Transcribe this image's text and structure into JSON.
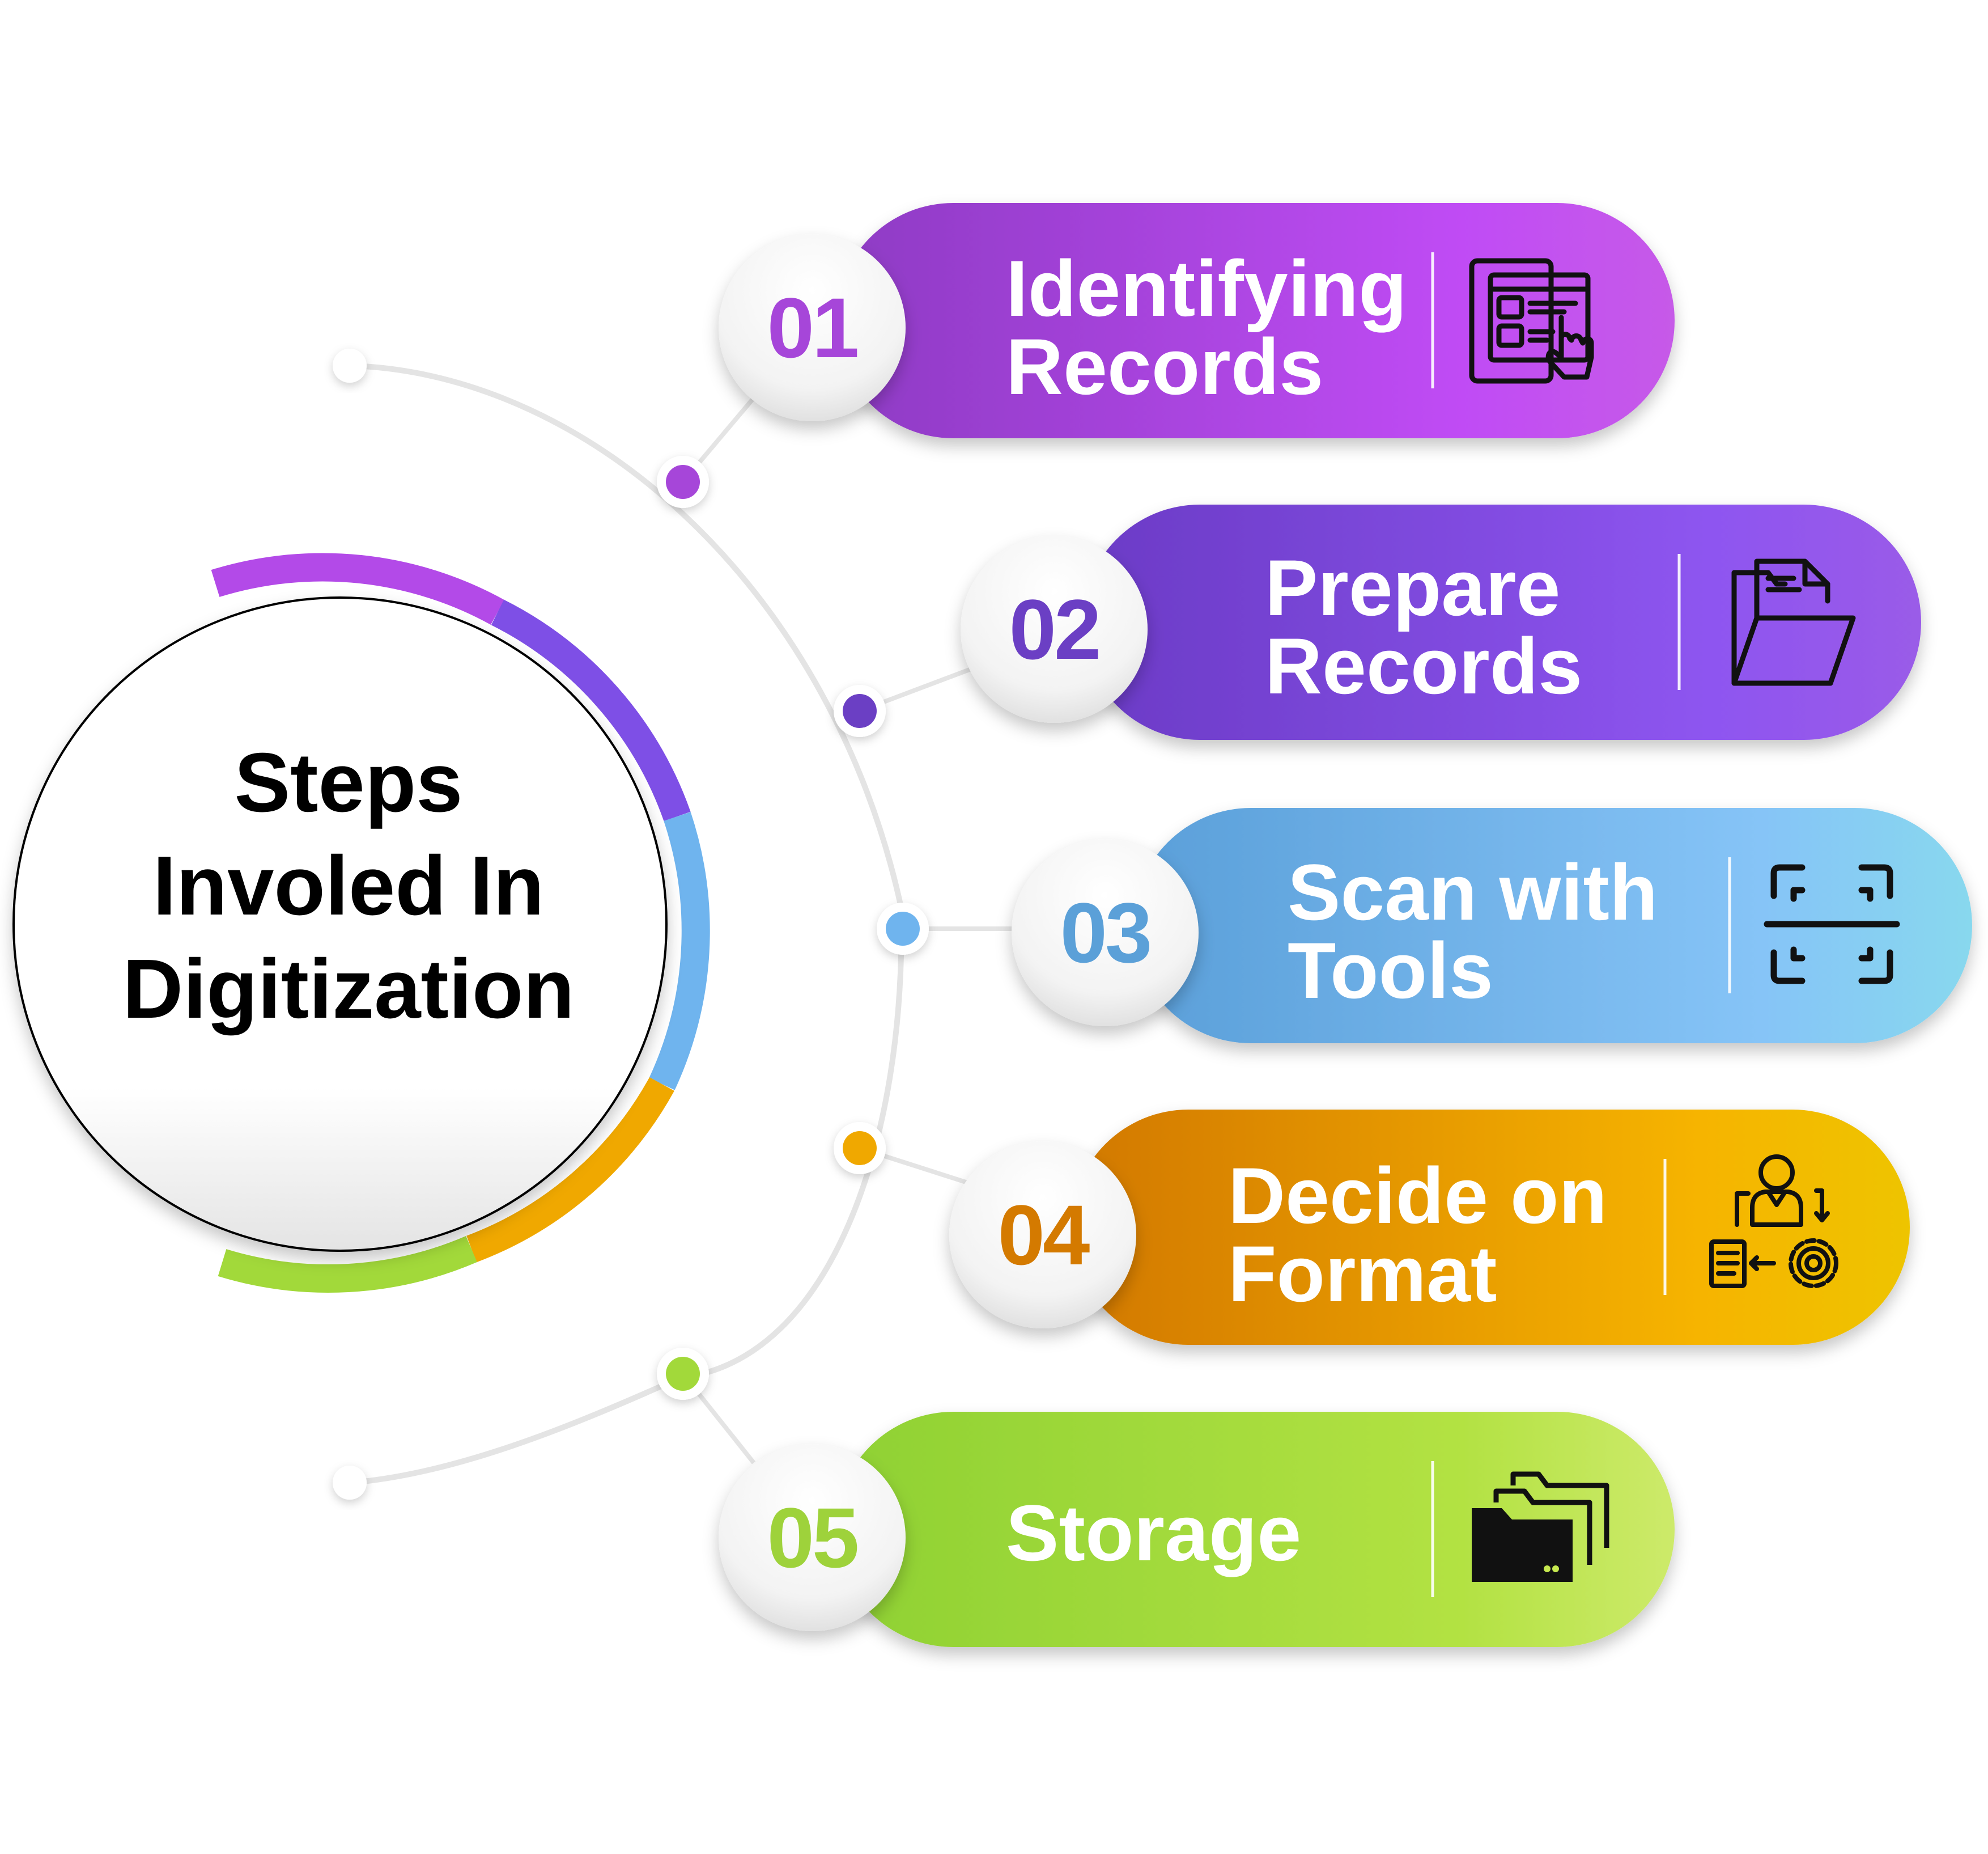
{
  "hub": {
    "lines": [
      "Steps",
      "Involed In",
      "Digitization"
    ]
  },
  "colors": {
    "purple": "#B34AE8",
    "violet": "#7E4FE6",
    "blue": "#6FB4EE",
    "orange": "#F0A800",
    "green": "#A2D93A"
  },
  "steps": [
    {
      "number": "01",
      "lines": [
        "Identifying",
        "Records"
      ],
      "icon": "document-click-icon",
      "color": "#A646D9",
      "gradient": [
        "#8E3BC4",
        "#C04CF5",
        "#C65AE8"
      ]
    },
    {
      "number": "02",
      "lines": [
        "Prepare",
        "Records"
      ],
      "icon": "folder-document-icon",
      "color": "#6B3FC4",
      "gradient": [
        "#6B3BC6",
        "#8E55F0",
        "#9A5BE8"
      ]
    },
    {
      "number": "03",
      "lines": [
        "Scan with",
        "Tools"
      ],
      "icon": "scan-frame-icon",
      "color": "#5BA0D8",
      "gradient": [
        "#5A9FD9",
        "#86C4F7",
        "#88D8EE"
      ]
    },
    {
      "number": "04",
      "lines": [
        "Decide on",
        "Format"
      ],
      "icon": "person-settings-document-icon",
      "color": "#D47A00",
      "gradient": [
        "#D27800",
        "#F6B400",
        "#EEC400"
      ]
    },
    {
      "number": "05",
      "lines": [
        "Storage"
      ],
      "icon": "folders-icon",
      "color": "#9ED23B",
      "gradient": [
        "#8FD133",
        "#B3E243",
        "#CDEA6A"
      ]
    }
  ]
}
